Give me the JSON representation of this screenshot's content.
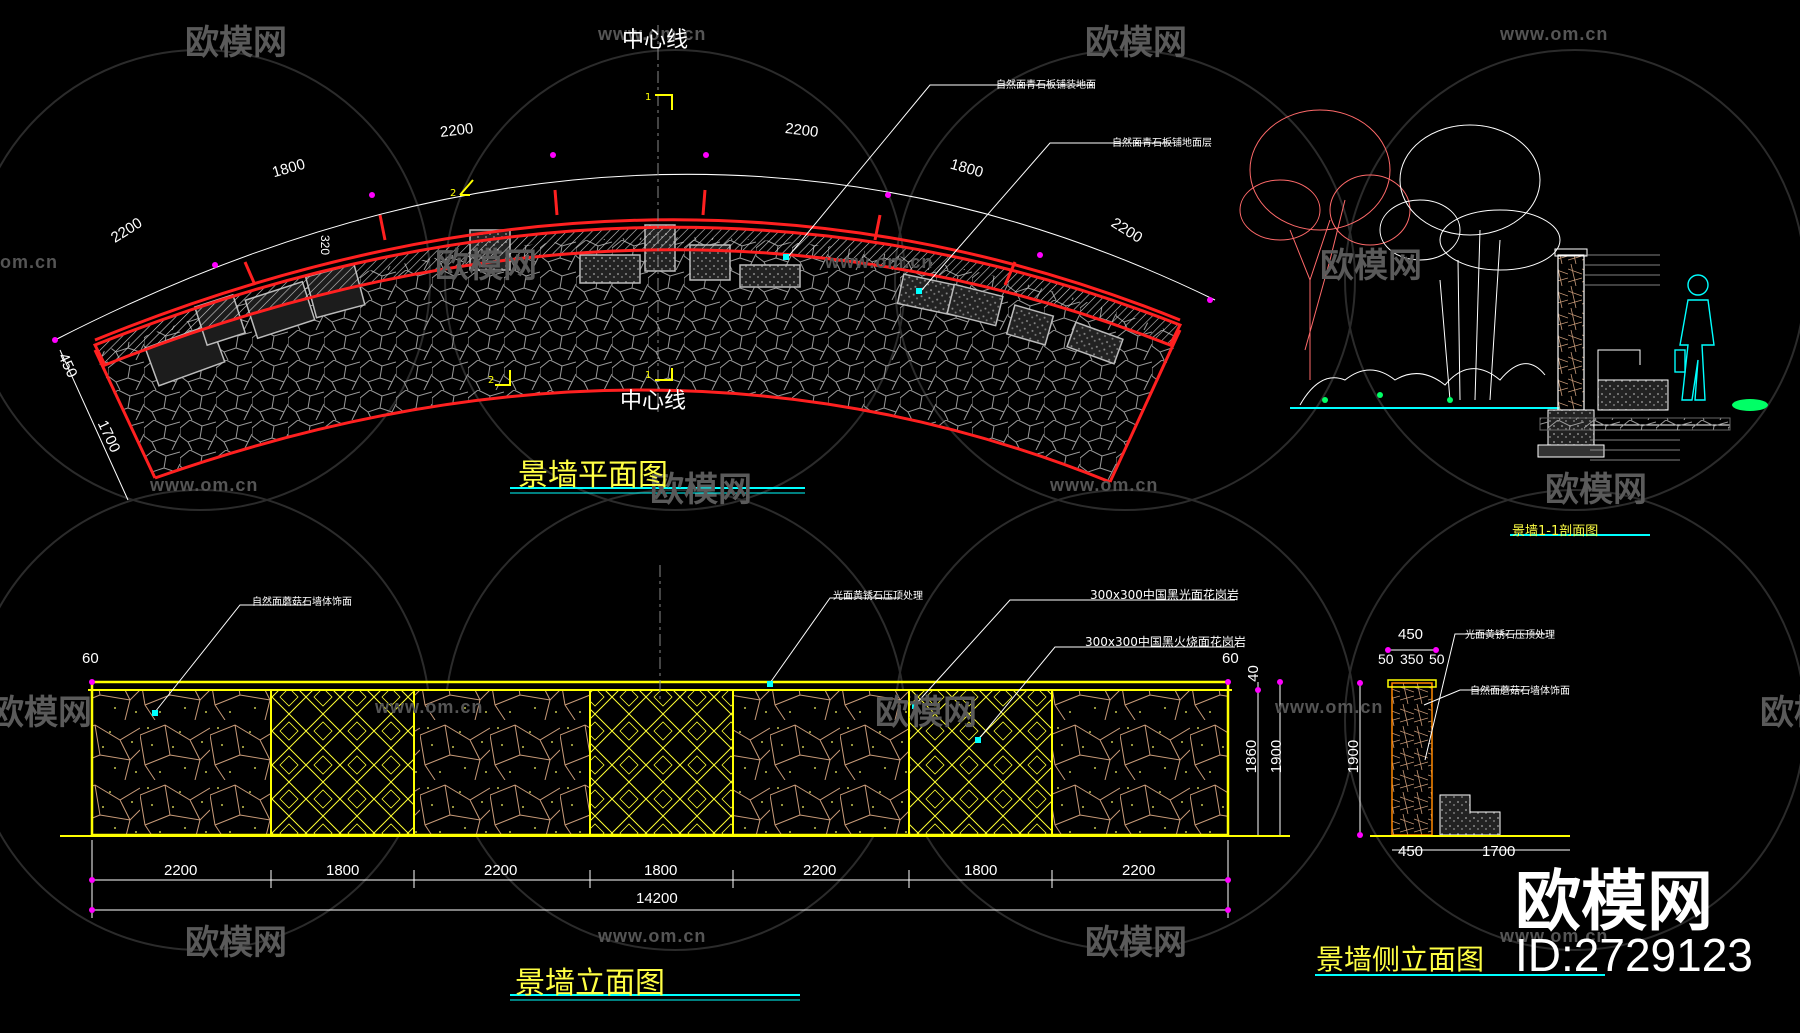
{
  "plan": {
    "title": "景墙平面图",
    "center_label_top": "中心线",
    "center_label_bottom": "中心线",
    "dims": {
      "d_l_2200": "2200",
      "d_l_1800": "1800",
      "d_l_2200b": "2200",
      "d_r_2200": "2200",
      "d_r_1800": "1800",
      "d_r_2200b": "2200",
      "d_450": "450",
      "d_1700": "1700",
      "d_320": "320",
      "sec_1_top": "1",
      "sec_1_bot": "1",
      "sec_2_top": "2",
      "sec_2_bot": "2"
    },
    "notes": [
      "自然面青石板铺装地面",
      "自然面青石板铺地面层"
    ]
  },
  "elevation": {
    "title": "景墙立面图",
    "segments": [
      "2200",
      "1800",
      "2200",
      "1800",
      "2200",
      "1800",
      "2200"
    ],
    "total": "14200",
    "left_cap": "60",
    "right_cap": "60",
    "height_1860": "1860",
    "height_1900": "1900",
    "top_40": "40",
    "notes": [
      "自然面蘑菇石墙体饰面",
      "光面黄锈石压顶处理",
      "300x300中国黑光面花岗岩",
      "300x300中国黑火烧面花岗岩"
    ]
  },
  "section": {
    "title": "景墙1-1剖面图"
  },
  "side": {
    "title": "景墙侧立面图",
    "w_450": "450",
    "w_50a": "50",
    "w_350": "350",
    "w_50b": "50",
    "h_1900": "1900",
    "b_450": "450",
    "b_1700": "1700",
    "notes": [
      "光面黄锈石压顶处理",
      "自然面蘑菇石墙体饰面"
    ]
  },
  "watermark": {
    "cn": "欧模网",
    "url": "www.om.cn",
    "url_short": "om.cn"
  },
  "brand": {
    "name": "欧模网",
    "id": "ID:2729123"
  },
  "colors": {
    "red": "#ff2020",
    "yellow": "#ffff00",
    "cyan": "#00ffff",
    "magenta": "#ff00ff",
    "grey": "#b0b0b0",
    "green": "#00ff66"
  }
}
